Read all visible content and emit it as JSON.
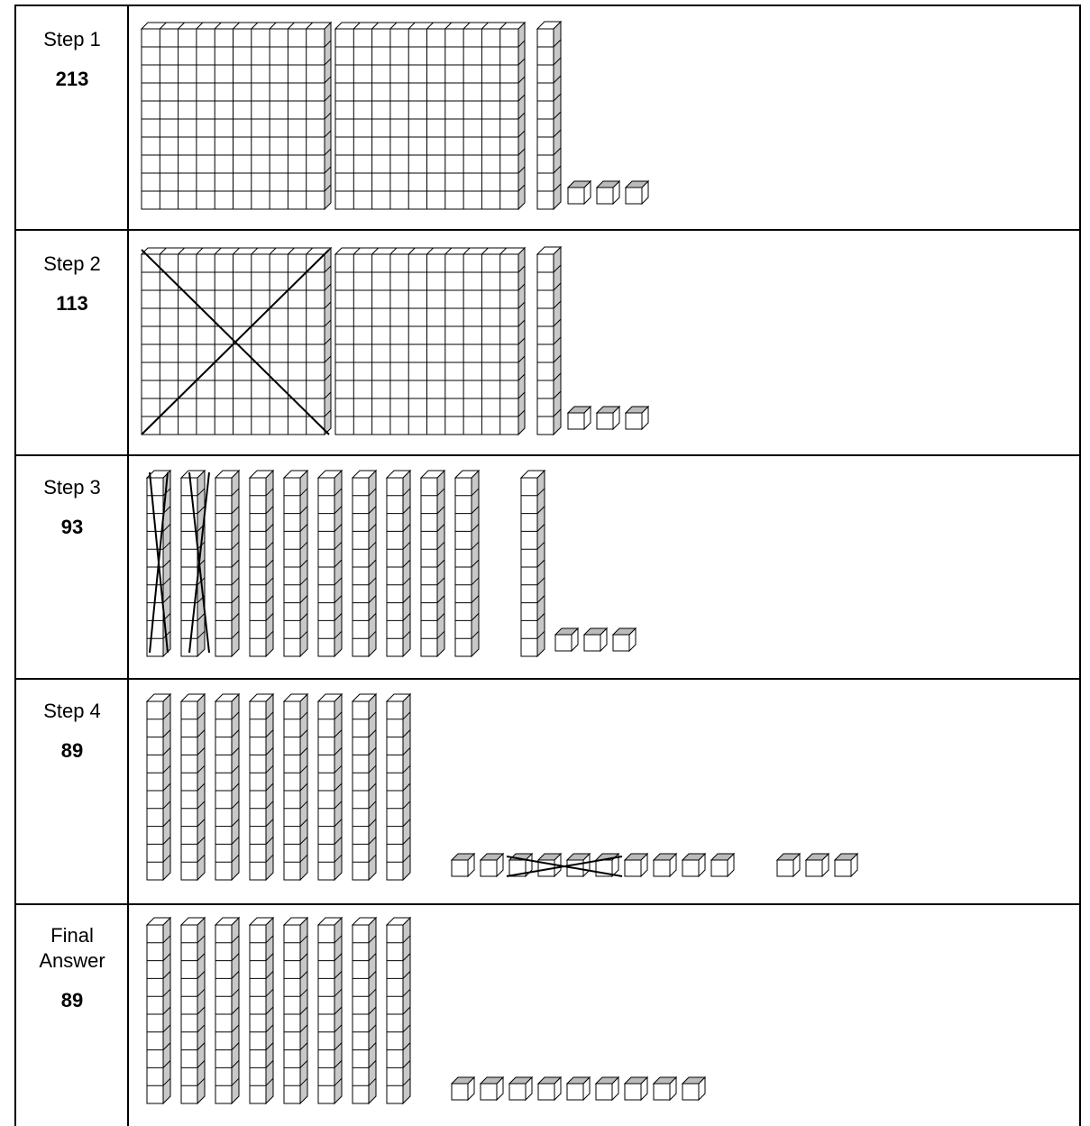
{
  "rows": [
    {
      "label_lines": [
        "Step 1"
      ],
      "number": "213"
    },
    {
      "label_lines": [
        "Step 2"
      ],
      "number": "113"
    },
    {
      "label_lines": [
        "Step 3"
      ],
      "number": "93"
    },
    {
      "label_lines": [
        "Step 4"
      ],
      "number": "89"
    },
    {
      "label_lines": [
        "Final",
        "Answer"
      ],
      "number": "89"
    }
  ],
  "place_value_blocks": [
    {
      "step": "Step 1",
      "hundreds": 2,
      "tens": 1,
      "ones": 3,
      "crossed": []
    },
    {
      "step": "Step 2",
      "hundreds": 2,
      "tens": 1,
      "ones": 3,
      "crossed": [
        "first hundred flat"
      ]
    },
    {
      "step": "Step 3",
      "hundreds": 0,
      "tens": 11,
      "ones": 3,
      "crossed": [
        "first two ten rods"
      ]
    },
    {
      "step": "Step 4",
      "hundreds": 0,
      "tens": 8,
      "ones": 13,
      "crossed": [
        "four unit cubes"
      ]
    },
    {
      "step": "Final Answer",
      "hundreds": 0,
      "tens": 8,
      "ones": 9,
      "crossed": []
    }
  ]
}
